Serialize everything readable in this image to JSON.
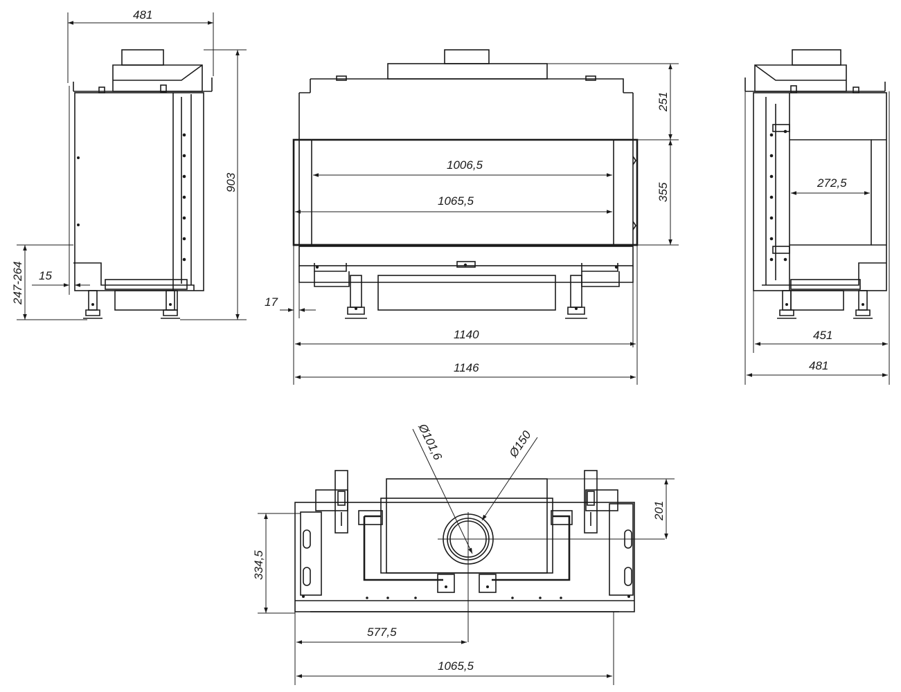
{
  "dimensions": {
    "left_width": "481",
    "left_height": "903",
    "left_leg": "247-264",
    "left_offset": "15",
    "front_top": "251",
    "front_glass_height": "355",
    "front_inner_width": "1006,5",
    "front_glass_width": "1065,5",
    "front_offset": "17",
    "front_width": "1140",
    "front_overall": "1146",
    "right_depth_inner": "272,5",
    "right_width": "451",
    "right_overall": "481",
    "top_flue_small": "Ø101,6",
    "top_flue_large": "Ø150",
    "top_height": "201",
    "top_depth": "334,5",
    "top_center": "577,5",
    "top_width": "1065,5"
  }
}
